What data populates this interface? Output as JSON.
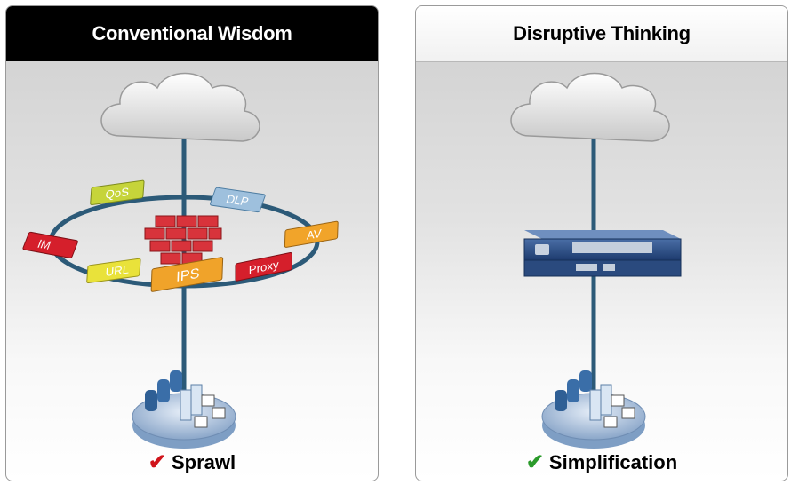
{
  "left_panel": {
    "title": "Conventional Wisdom",
    "caption": "Sprawl",
    "check_color": "#d0141b",
    "appliances": [
      "QoS",
      "DLP",
      "IM",
      "AV",
      "URL",
      "IPS",
      "Proxy"
    ]
  },
  "right_panel": {
    "title": "Disruptive Thinking",
    "caption": "Simplification",
    "check_color": "#2a9a2a"
  },
  "icons": {
    "check": "✔",
    "cloud": "cloud-icon",
    "firewall": "firewall-brick-icon",
    "datacenter": "datacenter-servers-icon",
    "appliance": "network-appliance-icon"
  }
}
